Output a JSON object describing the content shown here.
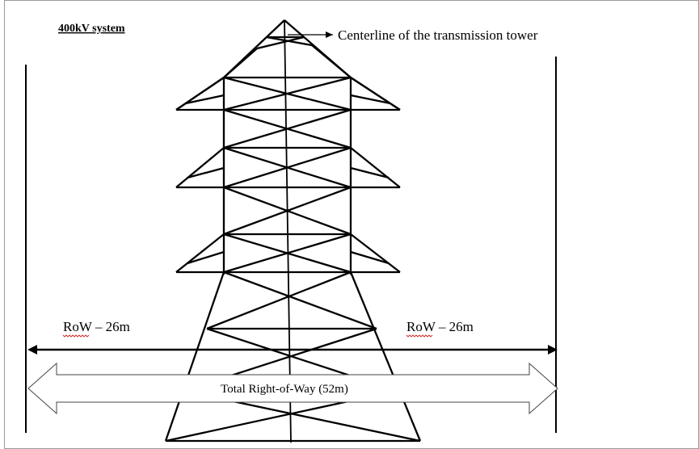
{
  "diagram": {
    "title": "400kV system",
    "centerline_label": "Centerline of the transmission tower",
    "row_left_label": "RoW – 26m",
    "row_right_label": "RoW – 26m",
    "total_label": "Total Right-of-Way (52m)"
  },
  "colors": {
    "line": "#000000",
    "frame": "#9a9a9a",
    "spellcheck": "#d02020"
  },
  "icons": [
    "arrow-right-icon",
    "double-arrow-icon"
  ]
}
